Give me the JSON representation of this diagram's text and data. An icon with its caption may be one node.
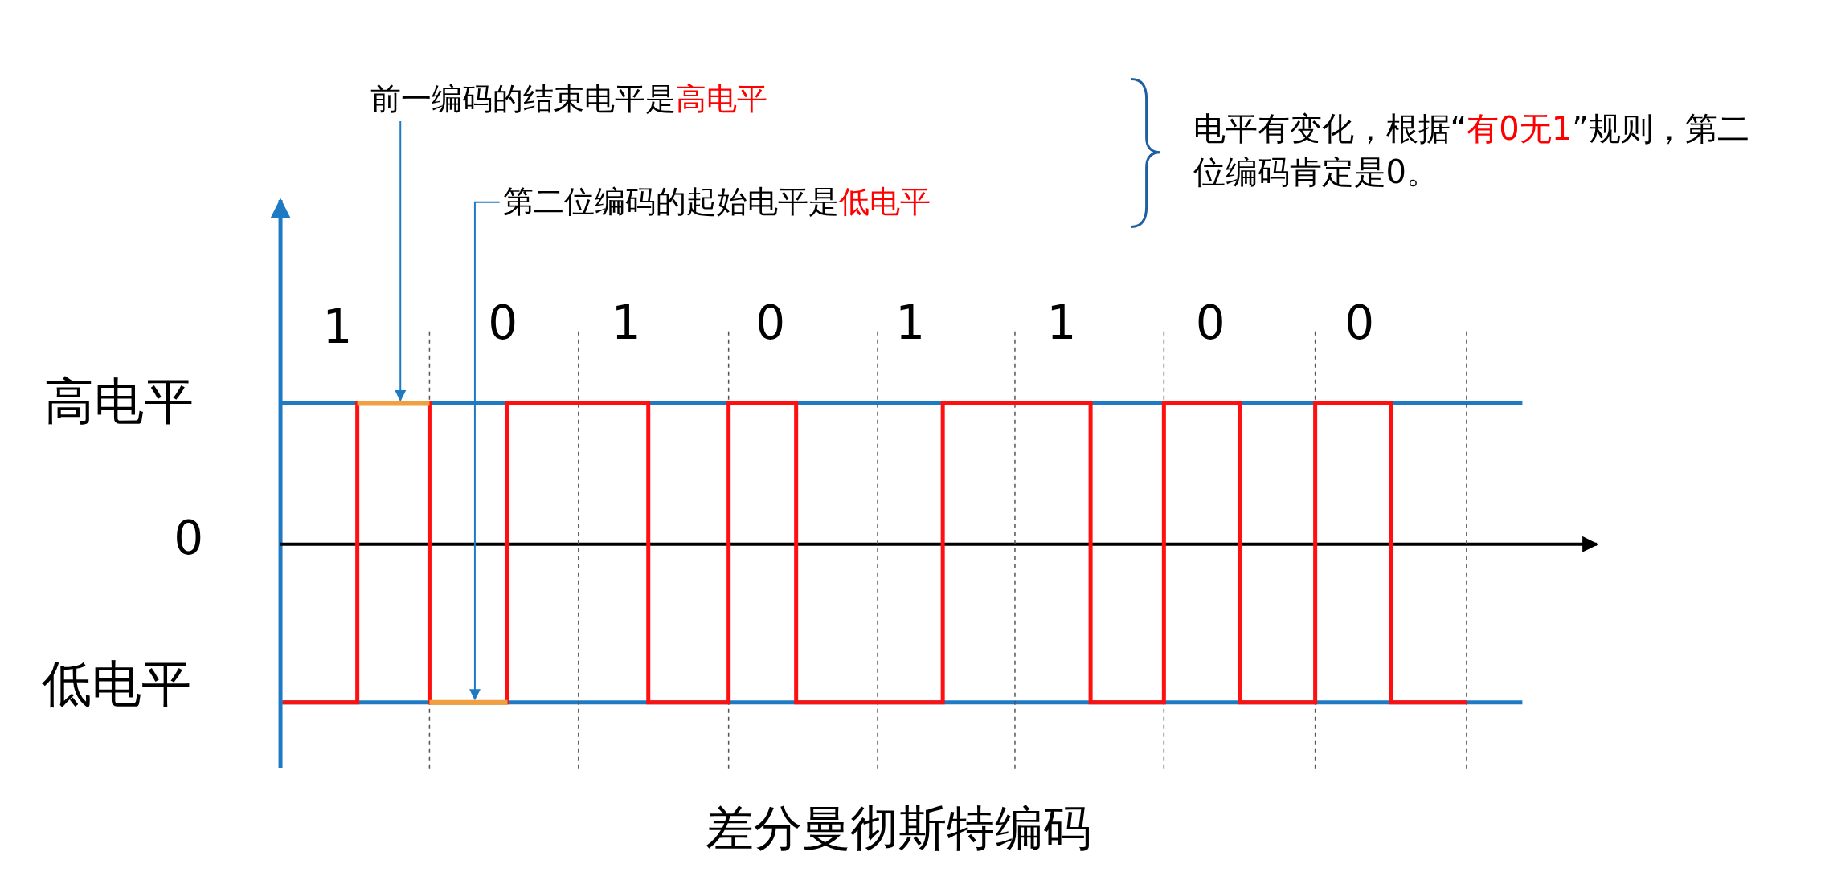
{
  "diagram": {
    "caption": "差分曼彻斯特编码",
    "nodes": [
      {
        "text": [
          "前一编码的结束电平是**高电平**"
        ]
      },
      {
        "text": [],
        "shape": "bar"
      },
      {
        "text": [
          "第二位编码的起始电平是**低电平**"
        ]
      },
      {
        "text": [],
        "shape": "bar"
      }
    ],
    "edges": [
      {
        "from": 0,
        "to": 1,
        "arrow": "to"
      },
      {
        "from": 2,
        "to": 3,
        "arrow": "to"
      }
    ],
    "labels": [
      "电平有变化，根据“**有0无1**”规则，第二位编码肯定是0。",
      "1",
      "0",
      "1",
      "0",
      "1",
      "1",
      "0",
      "0",
      "高电平",
      "0",
      "低电平"
    ]
  }
}
